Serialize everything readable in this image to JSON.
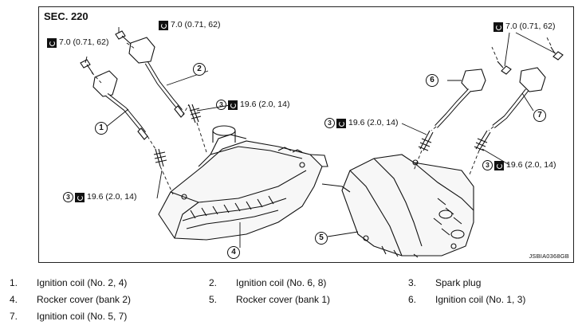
{
  "figure": {
    "section_title": "SEC. 220",
    "figure_code": "JSBIA0368GB",
    "torque_labels": [
      {
        "callout": "",
        "value": "7.0 (0.71, 62)"
      },
      {
        "callout": "",
        "value": "7.0 (0.71, 62)"
      },
      {
        "callout": "",
        "value": "7.0 (0.71, 62)"
      },
      {
        "callout": "3",
        "value": "19.6 (2.0, 14)"
      },
      {
        "callout": "3",
        "value": "19.6 (2.0, 14)"
      },
      {
        "callout": "3",
        "value": "19.6 (2.0, 14)"
      },
      {
        "callout": "3",
        "value": "19.6 (2.0, 14)"
      }
    ],
    "part_callouts": [
      "1",
      "2",
      "4",
      "5",
      "6",
      "7"
    ]
  },
  "legend": [
    {
      "num": "1.",
      "text": "Ignition coil (No. 2, 4)"
    },
    {
      "num": "2.",
      "text": "Ignition coil (No. 6, 8)"
    },
    {
      "num": "3.",
      "text": "Spark plug"
    },
    {
      "num": "4.",
      "text": "Rocker cover (bank 2)"
    },
    {
      "num": "5.",
      "text": "Rocker cover (bank 1)"
    },
    {
      "num": "6.",
      "text": "Ignition coil (No. 1, 3)"
    },
    {
      "num": "7.",
      "text": "Ignition coil (No. 5, 7)"
    }
  ]
}
